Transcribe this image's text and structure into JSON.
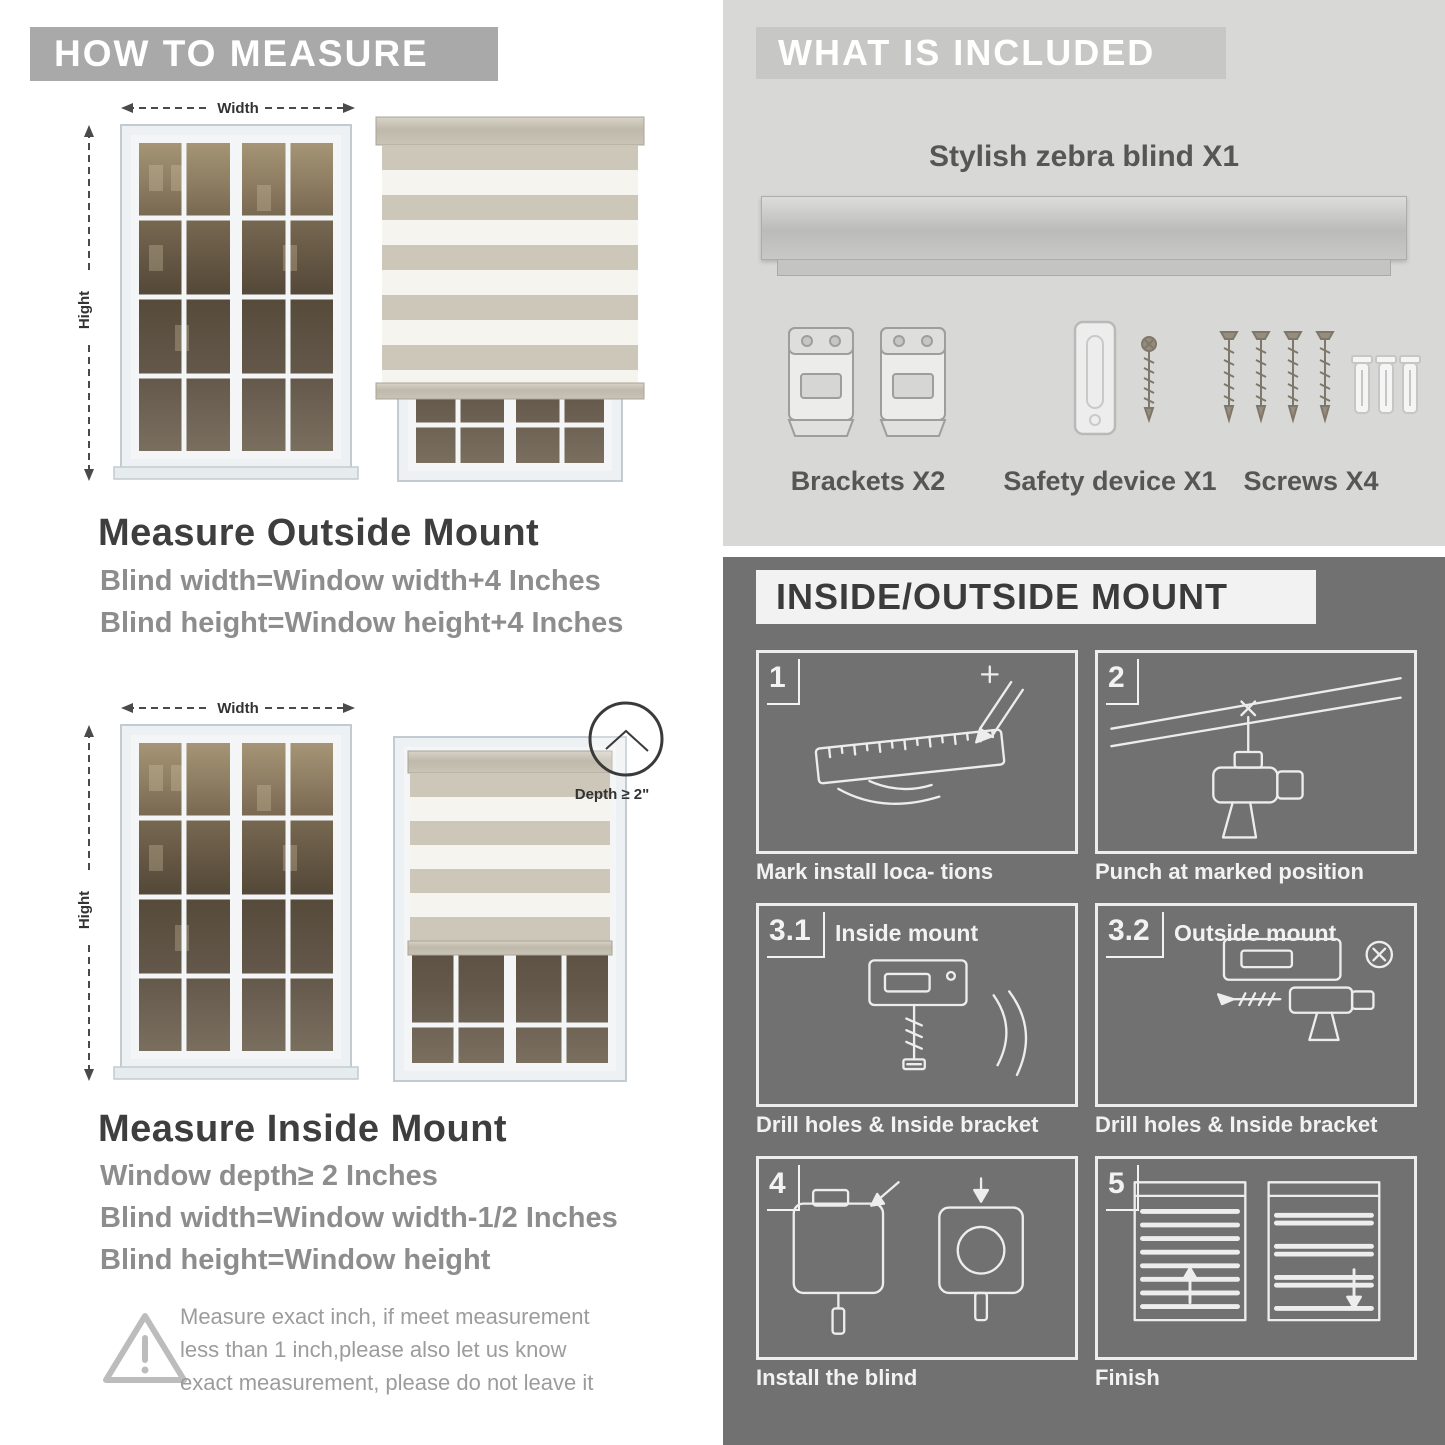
{
  "colors": {
    "measure_banner_gray": "#a9a9a9",
    "included_bg": "#d8d8d7",
    "included_banner": "#c7c7c6",
    "mount_bg": "#717171",
    "mount_banner": "#f2f2f2",
    "heading_dark": "#3e3e3e",
    "body_gray": "#8d8d8d",
    "lineart_white": "#ededed"
  },
  "measure": {
    "header": "HOW TO MEASURE",
    "width_label": "Width",
    "height_label": "Hight",
    "outside": {
      "title": "Measure Outside Mount",
      "lines": [
        "Blind width=Window width+4 Inches",
        "Blind height=Window height+4 Inches"
      ]
    },
    "inside": {
      "title": "Measure Inside Mount",
      "depth_callout": "Depth ≥ 2\"",
      "lines": [
        "Window depth≥ 2 Inches",
        "Blind width=Window width-1/2 Inches",
        "Blind height=Window height"
      ]
    },
    "note": "Measure exact inch, if meet measurement less than 1 inch,please also let us know exact measurement, please do not leave it"
  },
  "included": {
    "header": "WHAT IS INCLUDED",
    "product": "Stylish zebra blind X1",
    "items": [
      {
        "label": "Brackets X2"
      },
      {
        "label": "Safety device X1"
      },
      {
        "label": "Screws X4"
      }
    ]
  },
  "mount": {
    "header": "INSIDE/OUTSIDE MOUNT",
    "steps": [
      {
        "num": "1",
        "caption": "Mark install loca- tions"
      },
      {
        "num": "2",
        "caption": "Punch at  marked position"
      },
      {
        "num": "3.1",
        "label": "Inside mount",
        "caption": "Drill holes &  Inside bracket"
      },
      {
        "num": "3.2",
        "label": "Outside mount",
        "caption": "Drill holes &  Inside bracket"
      },
      {
        "num": "4",
        "caption": "Install the blind"
      },
      {
        "num": "5",
        "caption": "Finish"
      }
    ]
  }
}
